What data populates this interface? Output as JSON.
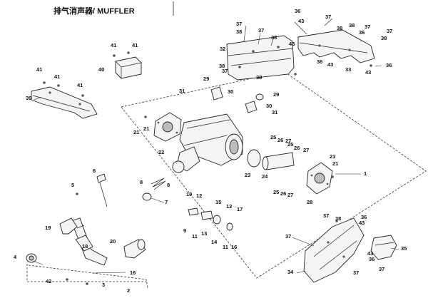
{
  "title": "排气消声器/ MUFFLER",
  "callouts": {
    "c36a": "36",
    "c43a": "43",
    "c37a": "37",
    "c38a": "38",
    "c37b": "37",
    "c36b": "36",
    "c38b": "38",
    "c37c": "37",
    "c38c": "38",
    "c37d": "37",
    "c38d": "38",
    "c37e": "37",
    "c38e": "38",
    "c32": "32",
    "c43b": "43",
    "c36c": "36",
    "c43c": "43",
    "c33": "33",
    "c43d": "43",
    "c36d": "36",
    "c41a": "41",
    "c41b": "41",
    "c40": "40",
    "c41c": "41",
    "c41d": "41",
    "c41e": "41",
    "c39": "39",
    "c38f": "38",
    "c37f": "37",
    "c29a": "29",
    "c38g": "38",
    "c31a": "31",
    "c30a": "30",
    "c29b": "29",
    "c30b": "30",
    "c31b": "31",
    "c21a": "21",
    "c21b": "21",
    "c22": "22",
    "c25a": "25",
    "c26a": "26",
    "c27a": "27",
    "c25b": "25",
    "c26b": "26",
    "c27b": "27",
    "c21c": "21",
    "c21d": "21",
    "c1": "1",
    "c23": "23",
    "c24": "24",
    "c25c": "25",
    "c26c": "26",
    "c27c": "27",
    "c28": "28",
    "c6": "6",
    "c8a": "8",
    "c8b": "8",
    "c5": "5",
    "c7": "7",
    "c10": "10",
    "c12a": "12",
    "c15": "15",
    "c12b": "12",
    "c17": "17",
    "c9": "9",
    "c13": "13",
    "c11a": "11",
    "c14": "14",
    "c11b": "11",
    "c16": "16",
    "c19": "19",
    "c18": "18",
    "c20": "20",
    "c4": "4",
    "c42": "42",
    "c3": "3",
    "c2": "2",
    "c16b": "16",
    "c37g": "37",
    "c38h": "38",
    "c36e": "36",
    "c43e": "43",
    "c37h": "37",
    "c35": "35",
    "c43f": "43",
    "c36f": "36",
    "c37i": "37",
    "c34": "34",
    "c37j": "37"
  }
}
